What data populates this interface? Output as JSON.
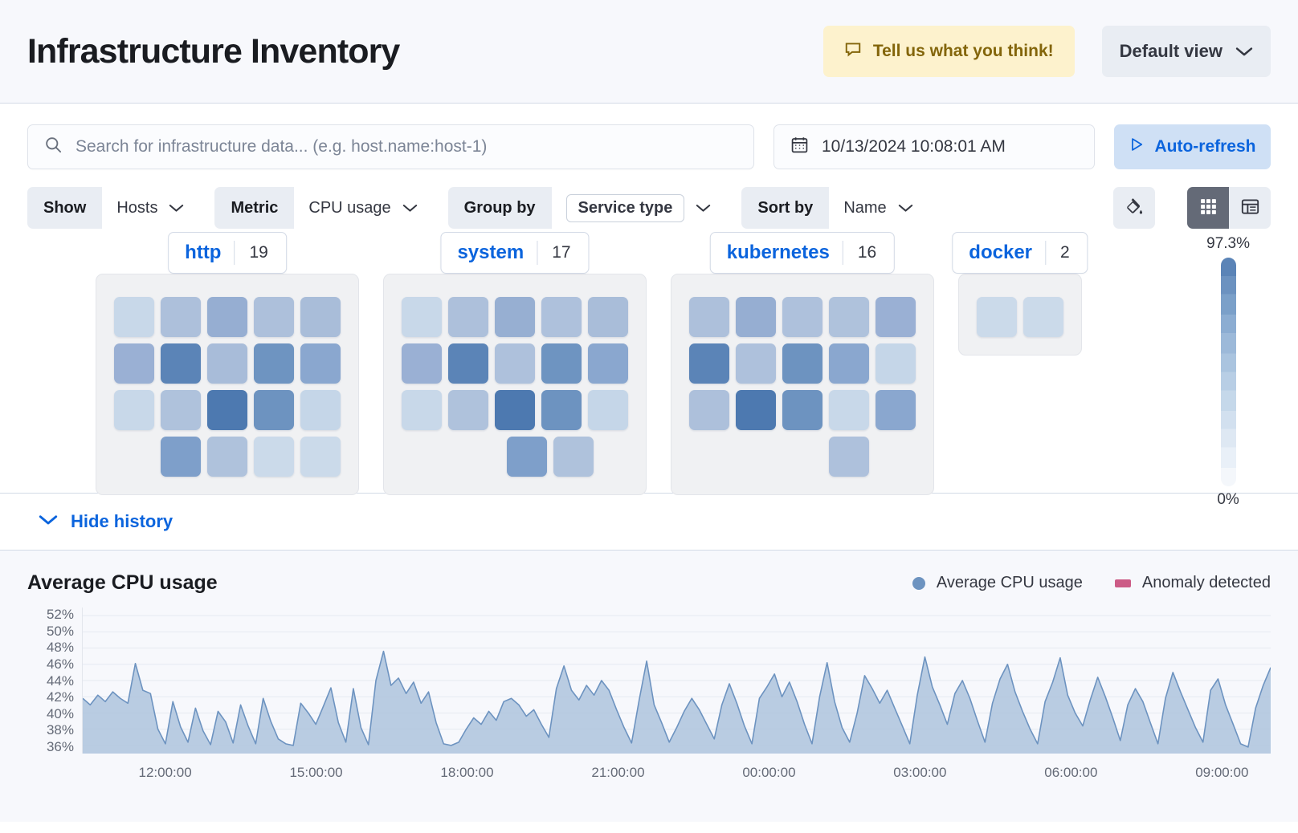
{
  "header": {
    "title": "Infrastructure Inventory",
    "feedback_label": "Tell us what you think!",
    "feedback_icon": "comment-icon",
    "view_label": "Default view",
    "view_icon": "chevron-down-icon"
  },
  "search": {
    "placeholder": "Search for infrastructure data... (e.g. host.name:host-1)",
    "value": "",
    "icon": "search-icon"
  },
  "datepicker": {
    "value": "10/13/2024 10:08:01 AM",
    "icon": "calendar-icon"
  },
  "autorefresh": {
    "label": "Auto-refresh",
    "icon": "play-icon"
  },
  "controls": [
    {
      "label": "Show",
      "value": "Hosts",
      "boxed": false
    },
    {
      "label": "Metric",
      "value": "CPU usage",
      "boxed": false
    },
    {
      "label": "Group by",
      "value": "Service type",
      "boxed": true
    },
    {
      "label": "Sort by",
      "value": "Name",
      "boxed": false
    }
  ],
  "view_buttons": {
    "palette_icon": "color-fill-icon",
    "grid_icon": "grid-view-icon",
    "table_icon": "table-view-icon",
    "active": "grid"
  },
  "legend_scale": {
    "max": "97.3%",
    "min": "0%"
  },
  "groups": [
    {
      "name": "http",
      "count": "19",
      "rows": [
        [
          "#c8d8e9",
          "#adc0db",
          "#96aed2",
          "#adc0db",
          "#a9bdd9"
        ],
        [
          "#9ab0d4",
          "#5b84b7",
          "#a8bcd9",
          "#6e94c1",
          "#8aa7cf"
        ],
        [
          "#c8d8e9",
          "#afc2dc",
          "#4d79b0",
          "#6d93c0",
          "#c5d6e8"
        ],
        [
          "#7e9fca",
          "#afc2dc",
          "#cbdaea",
          "#cbdaea"
        ]
      ],
      "row_offsets": [
        0,
        0,
        0,
        1
      ]
    },
    {
      "name": "system",
      "count": "17",
      "rows": [
        [
          "#c8d8e9",
          "#adc0db",
          "#97afd2",
          "#aec1dc",
          "#a9bdd9"
        ],
        [
          "#9ab0d4",
          "#5b84b7",
          "#aec1dc",
          "#6e94c1",
          "#8aa7cf"
        ],
        [
          "#c8d8e9",
          "#afc2dc",
          "#4d79b0",
          "#6d93c0",
          "#c5d6e8"
        ],
        [
          "#7e9fca",
          "#afc2dc"
        ]
      ],
      "row_offsets": [
        0,
        0,
        0,
        1.5
      ]
    },
    {
      "name": "kubernetes",
      "count": "16",
      "rows": [
        [
          "#adc0db",
          "#96aed2",
          "#aec1dc",
          "#afc2dc",
          "#9ab0d4"
        ],
        [
          "#5b84b7",
          "#aec1dc",
          "#6d93c0",
          "#8aa7cf",
          "#c5d6e8"
        ],
        [
          "#adc0db",
          "#4d79b0",
          "#6d93c0",
          "#c8d8e9",
          "#8aa7cf"
        ],
        [
          "#aec1dc"
        ]
      ],
      "row_offsets": [
        0,
        0,
        0,
        2
      ]
    },
    {
      "name": "docker",
      "count": "2",
      "rows": [
        [
          "#cbdaea",
          "#cbdaea"
        ]
      ],
      "row_offsets": [
        0
      ]
    }
  ],
  "history": {
    "toggle_label": "Hide history",
    "toggle_icon": "chevron-down-icon"
  },
  "chart_data": {
    "type": "area",
    "title": "Average CPU usage",
    "xlabel": "",
    "ylabel": "",
    "grid": true,
    "legend_position": "top-right",
    "legend": [
      {
        "name": "Average CPU usage",
        "color": "#6d93c0",
        "marker": "dot"
      },
      {
        "name": "Anomaly detected",
        "color": "#cc5b86",
        "marker": "square"
      }
    ],
    "ytick_labels": [
      "52%",
      "50%",
      "48%",
      "46%",
      "44%",
      "42%",
      "40%",
      "38%",
      "36%"
    ],
    "ylim": [
      35,
      53
    ],
    "xtick_labels": [
      "12:00:00",
      "15:00:00",
      "18:00:00",
      "21:00:00",
      "00:00:00",
      "03:00:00",
      "06:00:00",
      "09:00:00"
    ],
    "xtick_positions_pct": [
      7.0,
      19.7,
      32.4,
      45.1,
      57.8,
      70.5,
      83.2,
      95.9
    ],
    "series": [
      {
        "name": "Average CPU usage",
        "color": "#6d93c0",
        "fill": "#aec4dd",
        "values": [
          41.8,
          41.0,
          42.2,
          41.4,
          42.6,
          41.8,
          41.2,
          46.1,
          42.8,
          42.4,
          38.0,
          36.2,
          41.4,
          38.3,
          36.4,
          40.6,
          37.8,
          36.1,
          40.2,
          38.9,
          36.3,
          41.0,
          38.4,
          36.2,
          41.8,
          39.0,
          36.8,
          36.2,
          36.0,
          41.2,
          40.0,
          38.6,
          40.8,
          43.1,
          38.8,
          36.4,
          43.0,
          38.2,
          36.1,
          44.0,
          47.6,
          43.4,
          44.3,
          42.4,
          43.8,
          41.2,
          42.6,
          38.8,
          36.2,
          36.0,
          36.4,
          38.0,
          39.4,
          38.6,
          40.2,
          39.1,
          41.4,
          41.8,
          41.0,
          39.6,
          40.4,
          38.6,
          37.0,
          43.0,
          45.8,
          42.8,
          41.6,
          43.4,
          42.2,
          44.0,
          42.8,
          40.4,
          38.2,
          36.3,
          41.6,
          46.4,
          41.0,
          38.8,
          36.4,
          38.2,
          40.2,
          41.8,
          40.4,
          38.6,
          36.8,
          41.0,
          43.6,
          41.2,
          38.4,
          36.2,
          41.8,
          43.2,
          44.8,
          42.0,
          43.8,
          41.4,
          38.6,
          36.2,
          42.0,
          46.2,
          41.4,
          38.2,
          36.4,
          40.0,
          44.6,
          43.0,
          41.2,
          42.8,
          40.6,
          38.4,
          36.2,
          42.2,
          46.9,
          43.2,
          41.0,
          38.6,
          42.4,
          44.0,
          41.8,
          39.0,
          36.4,
          41.2,
          44.2,
          46.0,
          42.6,
          40.2,
          38.0,
          36.2,
          41.4,
          43.8,
          46.8,
          42.2,
          40.0,
          38.4,
          41.6,
          44.4,
          42.0,
          39.4,
          36.6,
          41.0,
          43.0,
          41.4,
          38.8,
          36.2,
          41.8,
          45.0,
          42.6,
          40.4,
          38.2,
          36.4,
          42.8,
          44.2,
          41.0,
          38.6,
          36.2,
          35.8,
          40.6,
          43.4,
          45.6
        ]
      }
    ]
  }
}
